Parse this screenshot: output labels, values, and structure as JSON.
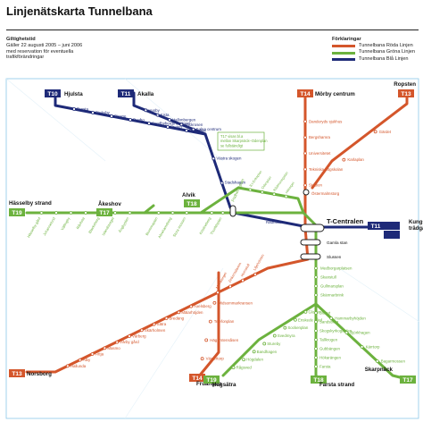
{
  "header": {
    "title": "Linjenätskarta Tunnelbana"
  },
  "validity": {
    "heading": "Giltighetstid",
    "line1": "Gäller 22 augusti 2005 – juni 2006",
    "line2": "med reservation för eventuella",
    "line3": "trafikförändringar"
  },
  "legend": {
    "heading": "Förklaringar",
    "items": [
      {
        "label": "Tunnelbana Röda Linjen",
        "color": "#d4562b"
      },
      {
        "label": "Tunnelbana Gröna Linjen",
        "color": "#6cb23e"
      },
      {
        "label": "Tunnelbana Blå Linjen",
        "color": "#1e2a78"
      }
    ]
  },
  "colors": {
    "red": "#d4562b",
    "green": "#6cb23e",
    "blue": "#1e2a78",
    "frame": "#8cc8e8",
    "blueLabel": "#1e2a78"
  },
  "note": "T17 visas bl.a mellan Skarpnäck–Odenplan se fullständigt",
  "lines": [
    {
      "id": "T10",
      "color": "blue",
      "terminus": "Hjulsta"
    },
    {
      "id": "T11",
      "color": "blue",
      "terminus": "Akalla"
    },
    {
      "id": "T11",
      "color": "blue",
      "terminus": "Kungsträdgården"
    },
    {
      "id": "T13",
      "color": "red",
      "terminus": "Ropsten"
    },
    {
      "id": "T13",
      "color": "red",
      "terminus": "Norsborg"
    },
    {
      "id": "T14",
      "color": "red",
      "terminus": "Mörby centrum"
    },
    {
      "id": "T14",
      "color": "red",
      "terminus": "Fruängen"
    },
    {
      "id": "T17",
      "color": "green",
      "terminus": "Åkeshov"
    },
    {
      "id": "T18",
      "color": "green",
      "terminus": "Alvik"
    },
    {
      "id": "T18",
      "color": "green",
      "terminus": "Farsta strand"
    },
    {
      "id": "T19",
      "color": "green",
      "terminus": "Hässelby strand"
    },
    {
      "id": "T19",
      "color": "green",
      "terminus": "Hagsätra"
    },
    {
      "id": "T17",
      "color": "green",
      "terminus": "Skarpnäck"
    }
  ],
  "hubs": {
    "tcentralen": "T-Centralen",
    "kungstradgarden": "Kungs-trädgården",
    "fridhemsplan": "Fridhemsplan",
    "radhuset": "Rådhuset",
    "gamlastan": "Gamla stan",
    "slussen": "Slussen",
    "ostermalmstorg": "Östermalmstorg",
    "alvik": "Alvik",
    "akeshov": "Åkeshov"
  },
  "stations": {
    "hjulsta": [
      "Tensta",
      "Rinkeby",
      "Rissne",
      "Duvbo",
      "Sundbybergs centrum",
      "Vreten",
      "Huvudsta"
    ],
    "akalla": [
      "Husby",
      "Kista",
      "Hallonbergen",
      "Näckrosen",
      "Solna centrum"
    ],
    "bluetrunk": [
      "Västra skogen",
      "Stadshagen"
    ],
    "morby": [
      "Danderyds sjukhus",
      "Bergshamra",
      "Universitetet",
      "Tekniska högskolan",
      "Stadion"
    ],
    "ropsten": [
      "Gärdet",
      "Karlaplan"
    ],
    "northtrunk": [
      "S:t Eriksplan",
      "Odenplan",
      "Rådmansgatan",
      "Hötorget"
    ],
    "hasselby": [
      "Hässelby gård",
      "Johannelund",
      "Vällingby",
      "Råcksta",
      "Blackeberg",
      "Islandstorget",
      "Ängbyplan"
    ],
    "akeshovbranch": [
      "Brommaplan",
      "Abrahamsberg",
      "Stora mossen"
    ],
    "alvikwest": [
      "Kristineberg",
      "Thorildsplan"
    ],
    "redwest": [
      "Liljeholmen",
      "Hornstull",
      "Zinkensdamm",
      "Mariatorget"
    ],
    "norsborg": [
      "Hallunda",
      "Alby",
      "Fittja",
      "Masmo",
      "Vårby gård",
      "Vårberg",
      "Skärholmen",
      "Sätra",
      "Bredäng",
      "Mälarhöjden",
      "Axelsberg"
    ],
    "fruangen": [
      "Västertorp",
      "Hägerstensåsen",
      "Telefonplan",
      "Midsommarkransen"
    ],
    "green_south": [
      "Medborgarplatsen",
      "Skanstull",
      "Gullmarsplan",
      "Skärmarbrink"
    ],
    "hagsatra": [
      "Globen",
      "Enskede gård",
      "Sockenplan",
      "Svedmyra",
      "Stureby",
      "Bandhagen",
      "Högdalen",
      "Rågsved"
    ],
    "farsta": [
      "Blåsut",
      "Sandsborg",
      "Skogskyrkogården",
      "Tallkrogen",
      "Gubbängen",
      "Hökarängen",
      "Farsta"
    ],
    "skarpnack": [
      "Hammarbyhöjden",
      "Björkhagen",
      "Kärrtorp",
      "Bagarmossen"
    ]
  }
}
